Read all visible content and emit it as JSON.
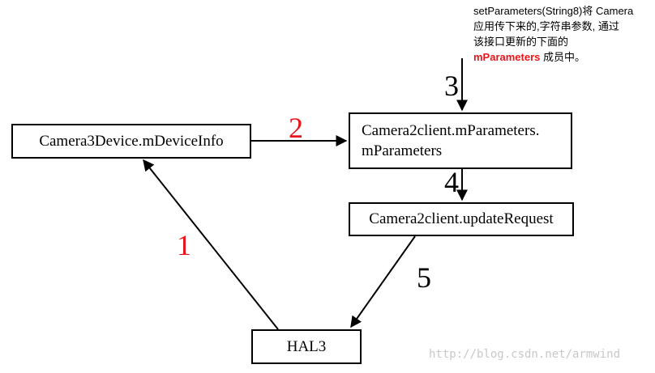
{
  "nodes": {
    "device": "Camera3Device.mDeviceInfo",
    "params_line1": "Camera2client.mParameters.",
    "params_line2": "mParameters",
    "update": "Camera2client.updateRequest",
    "hal": "HAL3"
  },
  "steps": {
    "s1": "1",
    "s2": "2",
    "s3": "3",
    "s4": "4",
    "s5": "5"
  },
  "note": {
    "line1": "setParameters(String8)将 Camera",
    "line2": "应用传下来的,字符串参数, 通过",
    "line3": "该接口更新的下面的",
    "highlight": "mParameters",
    "line4_rest": " 成员中。"
  },
  "watermark": "http://blog.csdn.net/armwind",
  "colors": {
    "step_red": "#e8151b",
    "step_black": "#000000",
    "highlight": "#e8151b",
    "watermark": "#c8c8c8"
  }
}
